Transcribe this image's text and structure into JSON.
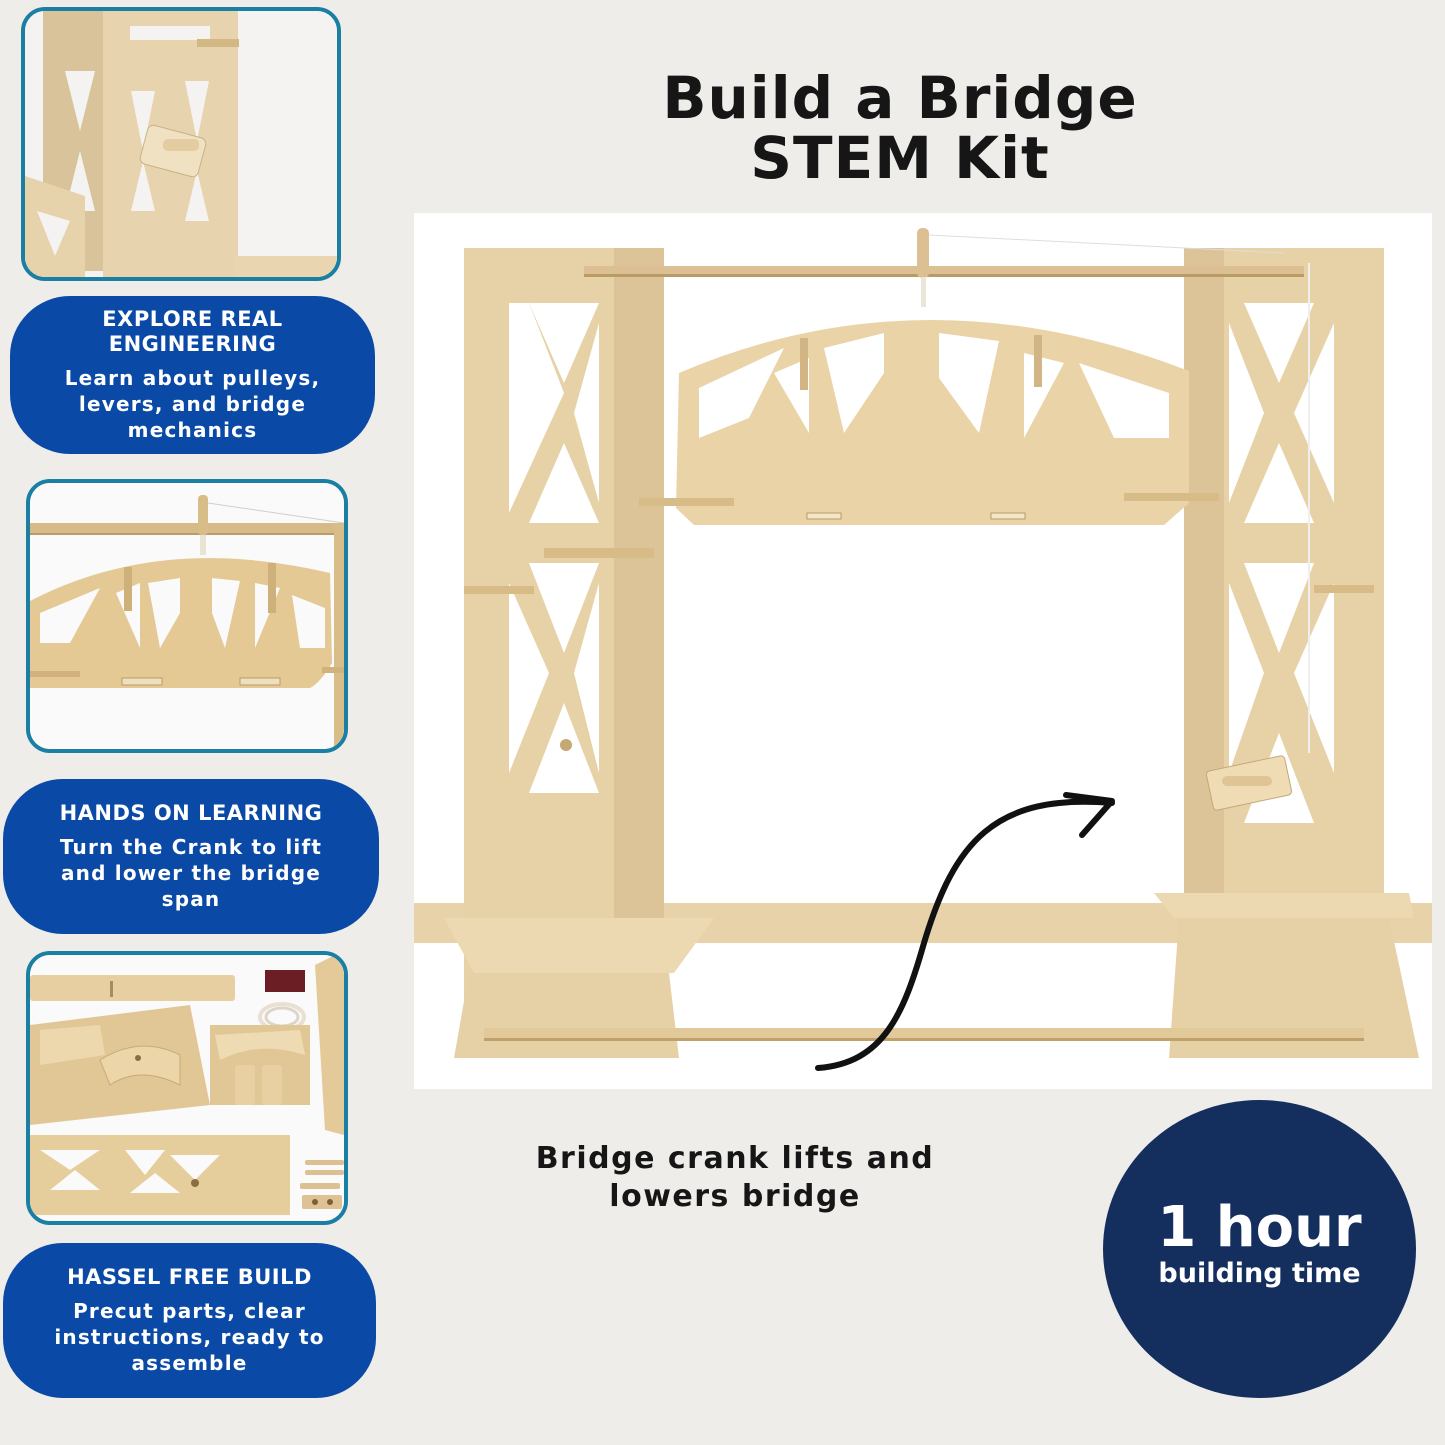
{
  "header": {
    "title_line1": "Build a Bridge",
    "title_line2": "STEM Kit"
  },
  "colors": {
    "background": "#efedea",
    "pill_blue": "#0a4aa6",
    "thumb_border": "#1a7fa3",
    "badge_navy": "#142f5e",
    "wood": "#e6cf9f",
    "text_dark": "#161616"
  },
  "thumbnails": [
    {
      "label": "crank-closeup-photo"
    },
    {
      "label": "bridge-span-photo"
    },
    {
      "label": "precut-parts-photo"
    }
  ],
  "features": [
    {
      "title": "EXPLORE REAL ENGINEERING",
      "body": "Learn about pulleys, levers, and bridge mechanics"
    },
    {
      "title": "HANDS ON LEARNING",
      "body": "Turn the Crank to lift and lower the bridge span"
    },
    {
      "title": "HASSEL FREE BUILD",
      "body": "Precut parts, clear instructions, ready to assemble"
    }
  ],
  "main_photo": {
    "caption": "Bridge crank lifts and lowers bridge",
    "arrow_icon": "curved-arrow-icon"
  },
  "badge": {
    "value": "1 hour",
    "label": "building time"
  }
}
